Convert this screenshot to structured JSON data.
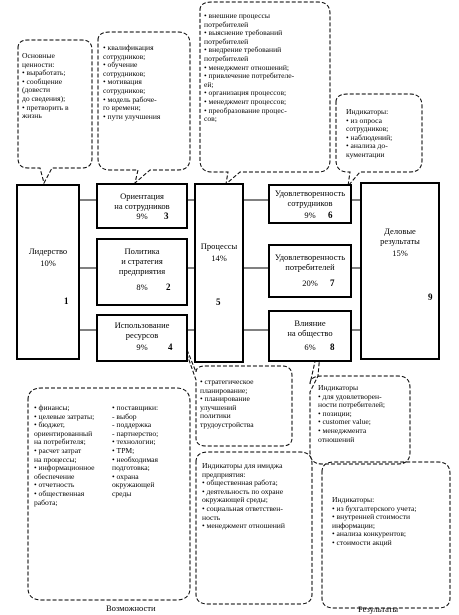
{
  "boxes": {
    "leadership": {
      "title": "Лидерство",
      "pct": "10%",
      "num": "1"
    },
    "orientation": {
      "title": "Ориентация\nна сотрудников",
      "pct": "9%",
      "num": "3"
    },
    "policy": {
      "title": "Политика\nи стратегия\nпредприятия",
      "pct": "8%",
      "num": "2"
    },
    "resources": {
      "title": "Использование\nресурсов",
      "pct": "9%",
      "num": "4"
    },
    "processes": {
      "title": "Процессы",
      "pct": "14%",
      "num": "5"
    },
    "staff_satisfaction": {
      "title": "Удовлетворенность\nсотрудников",
      "pct": "9%",
      "num": "6"
    },
    "consumer_satisfaction": {
      "title": "Удовлетворенность\nпотребителей",
      "pct": "20%",
      "num": "7"
    },
    "society": {
      "title": "Влияние\nна общество",
      "pct": "6%",
      "num": "8"
    },
    "business_results": {
      "title": "Деловые\nрезультаты",
      "pct": "15%",
      "num": "9"
    }
  },
  "notes": {
    "values": "Основные\nценности:\n• выработать;\n• сообщение\n  (довести\n  до сведения);\n• претворить в\n  жизнь",
    "staff": "• квалификация\n  сотрудников;\n• обучение\n  сотрудников;\n• мотивация\n  сотрудников;\n• модель рабоче-\n  го времени;\n• пути улучшения",
    "processes_top": "• внешние процессы\n  потребителей\n• выяснение требований\n  потребителей\n• внедрение требований\n  потребителей\n• менеджмент отношений;\n• привлечение потребителе-\n  ей;\n• организация процессов;\n• менеджмент процессов;\n• преобразование процес-\n  сов;",
    "indicators_staff": "Индикаторы:\n• из опроса\n  сотрудников;\n• наблюдений;\n• анализа до-\n  кументации",
    "strategy": "• стратегическое\n  планирование;\n• планирование\n  улучшений\n  политики\n  трудоустройства",
    "indicators_consumers": "Индикаторы\n• для удовлетворен-\n  ности потребителей;\n• позиции;\n• customer value;\n• менеджмента\n  отношений",
    "resources_left": "• финансы;\n• целевые затраты;\n• бюджет,\n  ориентированный\n  на потребителя;\n• расчет затрат\n  на процессы;\n• информационное\n  обеспечение\n• отчетность\n• общественная\n  работа;",
    "resources_right": "• поставщики:\n  - выбор\n  - поддержка\n  - партнерство;\n• технологии;\n• ТРМ;\n• необходимая\n  подготовка;\n• охрана\n  окружающей\n  среды",
    "image_indicators": "Индикаторы для имиджа\nпредприятия:\n• общественная работа;\n• деятельность по охране\n  окружающей среды;\n• социальная ответствен-\n  ность\n• менеджмент отношений",
    "business_indicators": "Индикаторы:\n• из бухгалтерского учета;\n• внутренней стоимости\n  информации;\n• анализа конкурентов;\n• стоимости акций"
  },
  "captions": {
    "left": "Возможности",
    "right": "Результаты"
  }
}
